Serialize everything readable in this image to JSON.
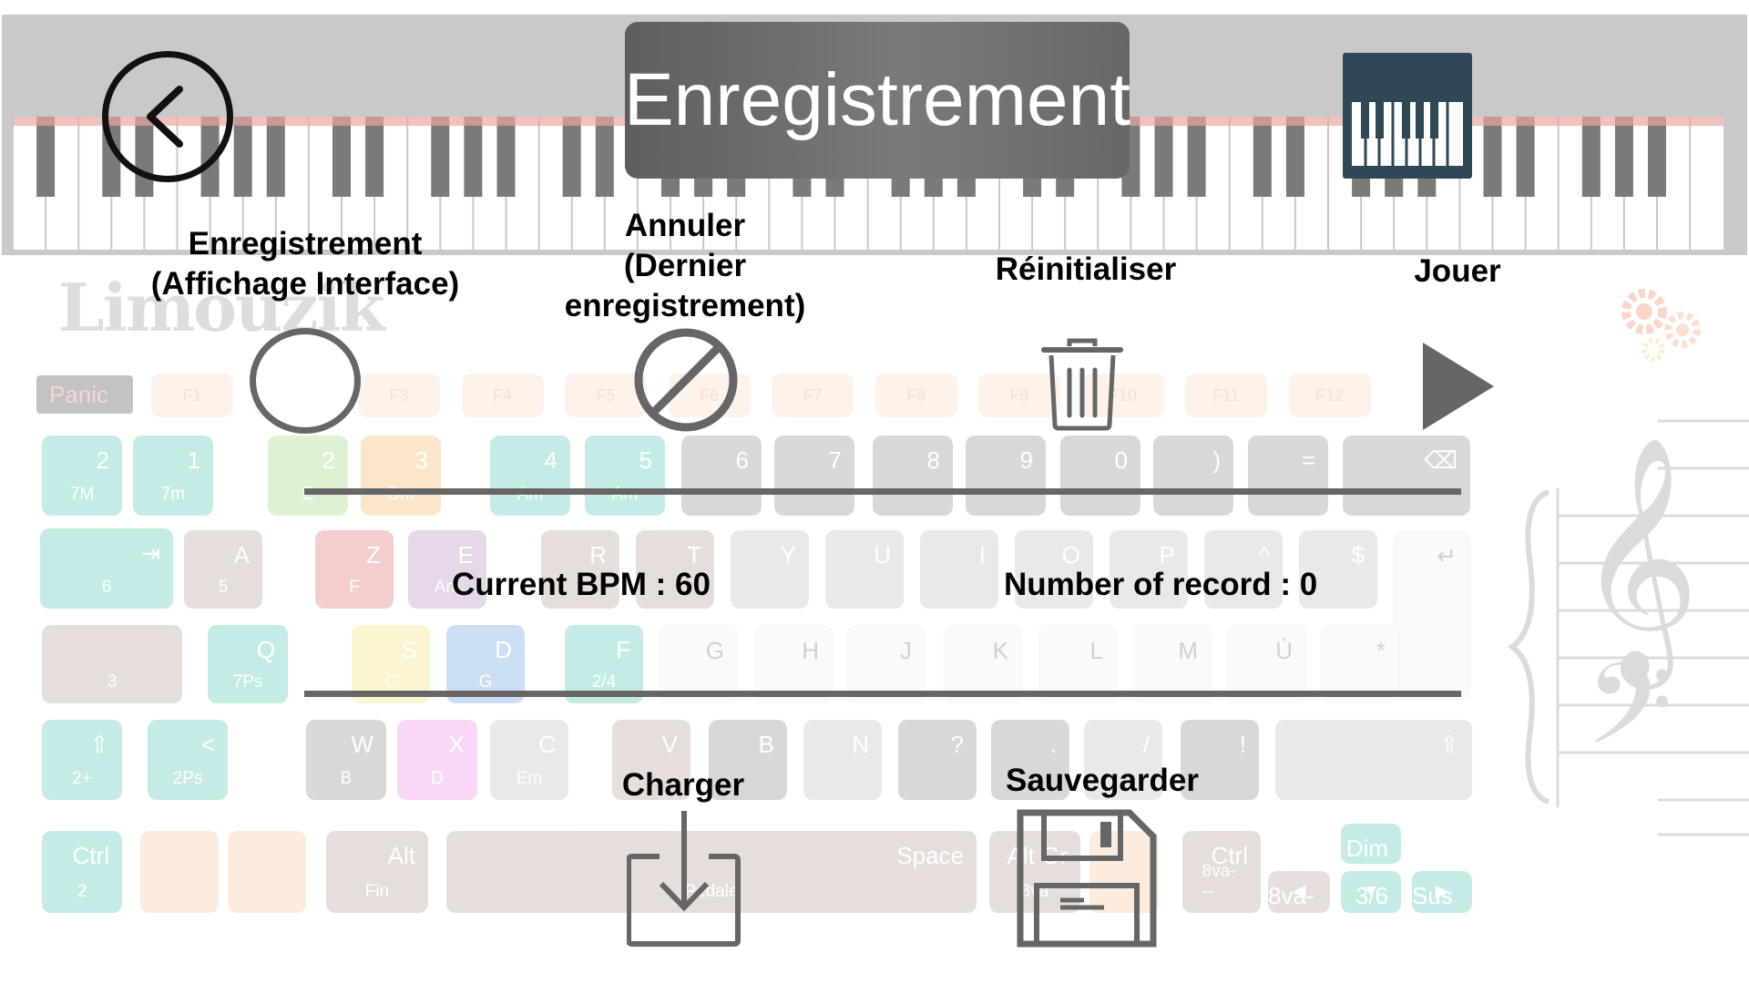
{
  "header": {
    "title": "Enregistrement"
  },
  "actions": {
    "record_line1": "Enregistrement",
    "record_line2": "(Affichage Interface)",
    "cancel_line1": "Annuler",
    "cancel_line2": "(Dernier",
    "cancel_line3": "enregistrement)",
    "reset": "Réinitialiser",
    "play": "Jouer",
    "load": "Charger",
    "save": "Sauvegarder"
  },
  "info": {
    "bpm": "Current BPM : 60",
    "records": "Number of record : 0"
  },
  "background": {
    "logo": "Limouzik",
    "panic": "Panic",
    "fkeys": [
      "F1",
      "F2",
      "F3",
      "F4",
      "F5",
      "F6",
      "F7",
      "F8",
      "F9",
      "F10",
      "F11",
      "F12"
    ],
    "keys": [
      {
        "main": "2",
        "sub": "7M"
      },
      {
        "main": "1",
        "sub": "7m"
      },
      {
        "main": "2",
        "sub": "E"
      },
      {
        "main": "3",
        "sub": "Dm"
      },
      {
        "main": "4",
        "sub": "Am"
      },
      {
        "main": "5",
        "sub": "Am"
      },
      {
        "main": "6",
        "sub": ""
      },
      {
        "main": "7",
        "sub": ""
      },
      {
        "main": "8",
        "sub": ""
      },
      {
        "main": "9",
        "sub": ""
      },
      {
        "main": "0",
        "sub": ""
      },
      {
        "main": ")",
        "sub": ""
      },
      {
        "main": "=",
        "sub": ""
      },
      {
        "main": "⌫",
        "sub": ""
      },
      {
        "main": "⇥",
        "sub": "6"
      },
      {
        "main": "A",
        "sub": "5"
      },
      {
        "main": "Z",
        "sub": "F"
      },
      {
        "main": "E",
        "sub": "Am"
      },
      {
        "main": "R",
        "sub": ""
      },
      {
        "main": "T",
        "sub": ""
      },
      {
        "main": "Y",
        "sub": ""
      },
      {
        "main": "U",
        "sub": ""
      },
      {
        "main": "I",
        "sub": ""
      },
      {
        "main": "O",
        "sub": ""
      },
      {
        "main": "P",
        "sub": ""
      },
      {
        "main": "^",
        "sub": ""
      },
      {
        "main": "$",
        "sub": ""
      },
      {
        "main": "↵",
        "sub": ""
      },
      {
        "main": "",
        "sub": "3"
      },
      {
        "main": "Q",
        "sub": "7Ps"
      },
      {
        "main": "S",
        "sub": "C"
      },
      {
        "main": "D",
        "sub": "G"
      },
      {
        "main": "F",
        "sub": "2/4"
      },
      {
        "main": "G",
        "sub": ""
      },
      {
        "main": "H",
        "sub": ""
      },
      {
        "main": "J",
        "sub": ""
      },
      {
        "main": "K",
        "sub": ""
      },
      {
        "main": "L",
        "sub": ""
      },
      {
        "main": "M",
        "sub": ""
      },
      {
        "main": "Ù",
        "sub": ""
      },
      {
        "main": "*",
        "sub": ""
      },
      {
        "main": "⇧",
        "sub": "2+"
      },
      {
        "main": "<",
        "sub": "2Ps"
      },
      {
        "main": "W",
        "sub": "B"
      },
      {
        "main": "X",
        "sub": "D"
      },
      {
        "main": "C",
        "sub": "Em"
      },
      {
        "main": "V",
        "sub": ""
      },
      {
        "main": "B",
        "sub": ""
      },
      {
        "main": "N",
        "sub": ""
      },
      {
        "main": "?",
        "sub": ""
      },
      {
        "main": ".",
        "sub": ""
      },
      {
        "main": "/",
        "sub": ""
      },
      {
        "main": "!",
        "sub": ""
      },
      {
        "main": "⇧",
        "sub": ""
      },
      {
        "main": "Ctrl",
        "sub": "2"
      },
      {
        "main": "",
        "sub": ""
      },
      {
        "main": "",
        "sub": ""
      },
      {
        "main": "Alt",
        "sub": "Fin"
      },
      {
        "main": "Space",
        "sub": "Pédale"
      },
      {
        "main": "Alt Gr",
        "sub": "8va"
      },
      {
        "main": "",
        "sub": ""
      },
      {
        "main": "Ctrl",
        "sub": "8va---"
      },
      {
        "main": "Dim",
        "sub": ""
      },
      {
        "main": "8va--",
        "sub": "◀"
      },
      {
        "main": "3/6",
        "sub": "▼"
      },
      {
        "main": "Sus 4",
        "sub": "▶"
      }
    ]
  },
  "colors": {
    "title_bg": "#6e6e6e",
    "piano_button": "#2e4856",
    "icon_grey": "#666666",
    "divider": "#666666"
  },
  "icons": {
    "back": "back-arrow-icon",
    "piano": "piano-keyboard-icon",
    "record": "record-circle-icon",
    "cancel": "prohibited-icon",
    "reset": "trash-icon",
    "play": "play-icon",
    "load": "download-icon",
    "save": "floppy-disk-icon"
  }
}
